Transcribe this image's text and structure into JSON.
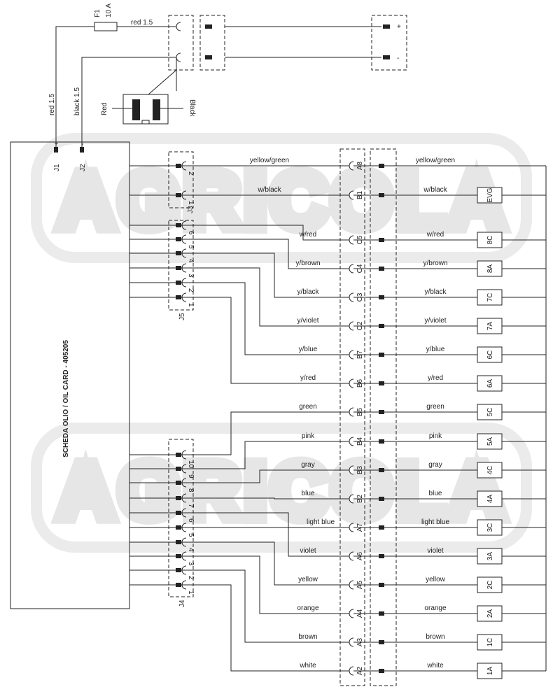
{
  "watermark": "AGRICOLA",
  "board_title": "SCHEDA OLIO / OIL CARD - 405205",
  "power": {
    "fuse": "F1",
    "fuse_rating": "10 A",
    "wire_red": "red 1.5",
    "wire_black": "black 1.5",
    "j1": "J1",
    "j2": "J2",
    "plus": "+",
    "minus": "-",
    "battery_red": "Red",
    "battery_black": "Black"
  },
  "connectors": {
    "j3": "J3",
    "j5": "J5",
    "j4": "J4"
  },
  "wires": [
    {
      "color": "yellow/green",
      "pin": "2",
      "mid": "A8",
      "load": ""
    },
    {
      "color": "w/black",
      "pin": "1",
      "mid": "B1",
      "load": "EVG"
    },
    {
      "color": "w/red",
      "pin": "6",
      "mid": "C5",
      "load": "8C"
    },
    {
      "color": "y/brown",
      "pin": "5",
      "mid": "C4",
      "load": "8A"
    },
    {
      "color": "y/black",
      "pin": "4",
      "mid": "C3",
      "load": "7C"
    },
    {
      "color": "y/violet",
      "pin": "3",
      "mid": "C2",
      "load": "7A"
    },
    {
      "color": "y/blue",
      "pin": "2",
      "mid": "B7",
      "load": "6C"
    },
    {
      "color": "y/red",
      "pin": "1",
      "mid": "B6",
      "load": "6A"
    },
    {
      "color": "green",
      "pin": "10",
      "mid": "B5",
      "load": "5C"
    },
    {
      "color": "pink",
      "pin": "9",
      "mid": "B4",
      "load": "5A"
    },
    {
      "color": "gray",
      "pin": "8",
      "mid": "B3",
      "load": "4C"
    },
    {
      "color": "blue",
      "pin": "7",
      "mid": "B2",
      "load": "4A"
    },
    {
      "color": "light blue",
      "pin": "6",
      "mid": "A7",
      "load": "3C"
    },
    {
      "color": "violet",
      "pin": "5",
      "mid": "A6",
      "load": "3A"
    },
    {
      "color": "yellow",
      "pin": "4",
      "mid": "A5",
      "load": "2C"
    },
    {
      "color": "orange",
      "pin": "3",
      "mid": "A4",
      "load": "2A"
    },
    {
      "color": "brown",
      "pin": "2",
      "mid": "A3",
      "load": "1C"
    },
    {
      "color": "white",
      "pin": "1",
      "mid": "A2",
      "load": "1A"
    }
  ]
}
